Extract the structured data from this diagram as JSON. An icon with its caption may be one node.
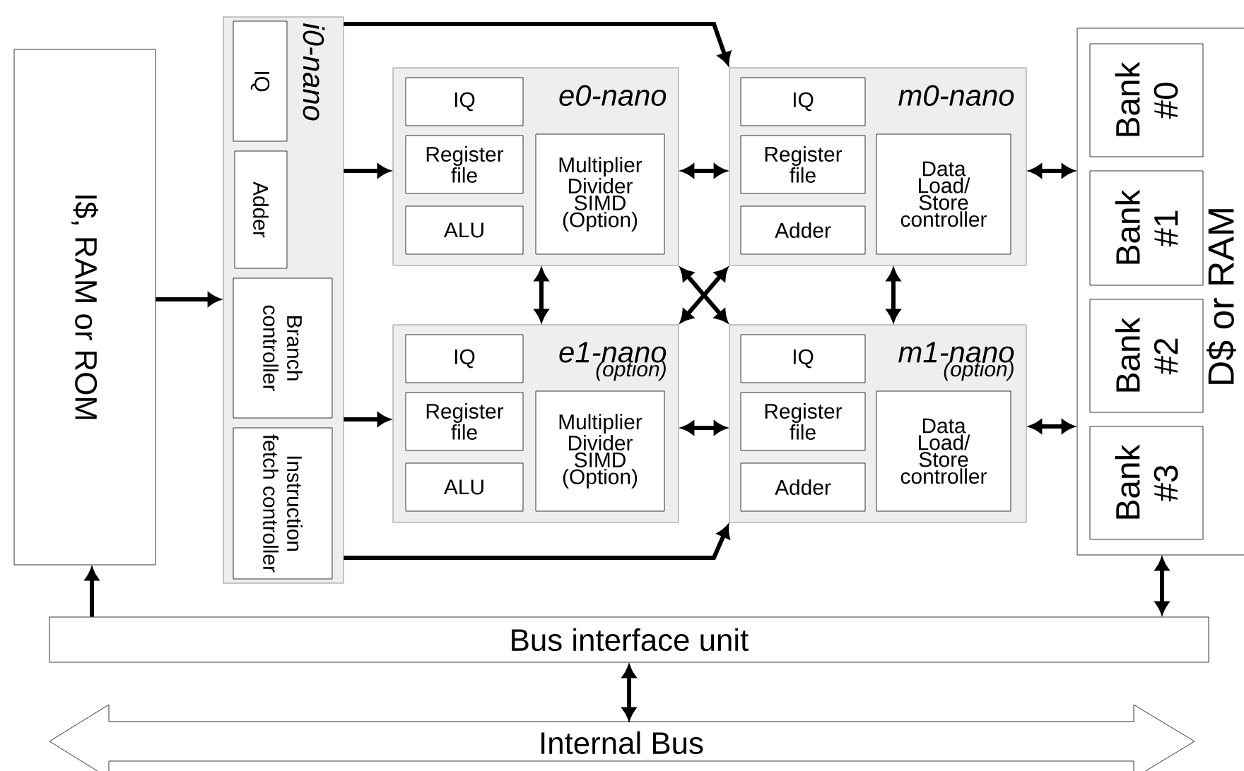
{
  "diagram": {
    "nodes": [
      {
        "text": [
          "I$, RAM or ROM"
        ]
      },
      {
        "text": [
          "i0-nano"
        ]
      },
      {
        "text": [
          "IQ"
        ],
        "in": 1
      },
      {
        "text": [
          "Adder"
        ],
        "in": 1
      },
      {
        "text": [
          "Branch controller"
        ],
        "in": 1
      },
      {
        "text": [
          "Instruction fetch controller"
        ],
        "in": 1
      },
      {
        "text": [
          "e0-nano"
        ]
      },
      {
        "text": [
          "IQ"
        ],
        "in": 6
      },
      {
        "text": [
          "Register file"
        ],
        "in": 6
      },
      {
        "text": [
          "ALU"
        ],
        "in": 6
      },
      {
        "text": [
          "Multiplier Divider SIMD (Option)"
        ],
        "in": 6
      },
      {
        "text": [
          "m0-nano"
        ]
      },
      {
        "text": [
          "IQ"
        ],
        "in": 11
      },
      {
        "text": [
          "Register file"
        ],
        "in": 11
      },
      {
        "text": [
          "Adder"
        ],
        "in": 11
      },
      {
        "text": [
          "Data Load/ Store controller"
        ],
        "in": 11
      },
      {
        "text": [
          "e1-nano",
          "(option)"
        ]
      },
      {
        "text": [
          "IQ"
        ],
        "in": 16
      },
      {
        "text": [
          "Register file"
        ],
        "in": 16
      },
      {
        "text": [
          "ALU"
        ],
        "in": 16
      },
      {
        "text": [
          "Multiplier Divider SIMD (Option)"
        ],
        "in": 16
      },
      {
        "text": [
          "m1-nano",
          "(option)"
        ]
      },
      {
        "text": [
          "IQ"
        ],
        "in": 21
      },
      {
        "text": [
          "Register file"
        ],
        "in": 21
      },
      {
        "text": [
          "Adder"
        ],
        "in": 21
      },
      {
        "text": [
          "Data Load/ Store controller"
        ],
        "in": 21
      },
      {
        "text": [
          "D$ or RAM"
        ]
      },
      {
        "text": [
          "Bank #0"
        ],
        "in": 26
      },
      {
        "text": [
          "Bank #1"
        ],
        "in": 26
      },
      {
        "text": [
          "Bank #2"
        ],
        "in": 26
      },
      {
        "text": [
          "Bank #3"
        ],
        "in": 26
      },
      {
        "text": [
          "Bus interface unit"
        ]
      },
      {
        "text": [
          "Internal Bus"
        ]
      }
    ],
    "edges": [
      {
        "from": 0,
        "to": 1,
        "arrow": "to"
      },
      {
        "from": 1,
        "to": 6,
        "arrow": "to"
      },
      {
        "from": 1,
        "to": 16,
        "arrow": "to"
      },
      {
        "from": 1,
        "to": 11,
        "arrow": "to"
      },
      {
        "from": 1,
        "to": 21,
        "arrow": "to"
      },
      {
        "from": 6,
        "to": 11,
        "arrow": "both"
      },
      {
        "from": 16,
        "to": 21,
        "arrow": "both"
      },
      {
        "from": 6,
        "to": 16,
        "arrow": "both"
      },
      {
        "from": 11,
        "to": 21,
        "arrow": "both"
      },
      {
        "from": 6,
        "to": 21,
        "arrow": "both"
      },
      {
        "from": 16,
        "to": 11,
        "arrow": "both"
      },
      {
        "from": 11,
        "to": 26,
        "arrow": "both"
      },
      {
        "from": 21,
        "to": 26,
        "arrow": "both"
      },
      {
        "from": 31,
        "to": 0,
        "arrow": "to"
      },
      {
        "from": 31,
        "to": 26,
        "arrow": "both"
      },
      {
        "from": 31,
        "to": 32,
        "arrow": "both"
      }
    ]
  }
}
